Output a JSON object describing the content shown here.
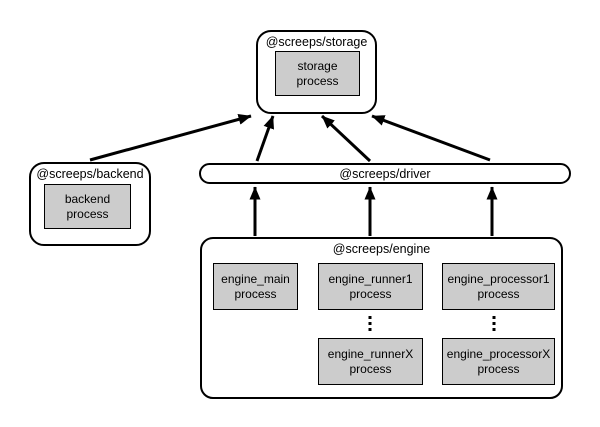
{
  "nodes": {
    "storage": {
      "title": "@screeps/storage",
      "process": "storage\nprocess"
    },
    "backend": {
      "title": "@screeps/backend",
      "process": "backend\nprocess"
    },
    "driver": {
      "title": "@screeps/driver"
    },
    "engine": {
      "title": "@screeps/engine",
      "main_process": "engine_main\nprocess",
      "runner1_process": "engine_runner1\nprocess",
      "runnerX_process": "engine_runnerX\nprocess",
      "processor1_process": "engine_processor1\nprocess",
      "processorX_process": "engine_processorX\nprocess"
    }
  },
  "edges": [
    {
      "from": "@screeps/backend",
      "to": "@screeps/storage"
    },
    {
      "from": "@screeps/driver",
      "to": "@screeps/storage"
    },
    {
      "from": "@screeps/driver",
      "to": "@screeps/storage"
    },
    {
      "from": "@screeps/driver",
      "to": "@screeps/storage"
    },
    {
      "from": "@screeps/engine",
      "to": "@screeps/driver"
    },
    {
      "from": "@screeps/engine",
      "to": "@screeps/driver"
    },
    {
      "from": "@screeps/engine",
      "to": "@screeps/driver"
    }
  ],
  "icons": {
    "vertical_ellipsis": "⋮"
  },
  "colors": {
    "process_fill": "#cccccc",
    "line": "#000000",
    "background": "#ffffff"
  }
}
